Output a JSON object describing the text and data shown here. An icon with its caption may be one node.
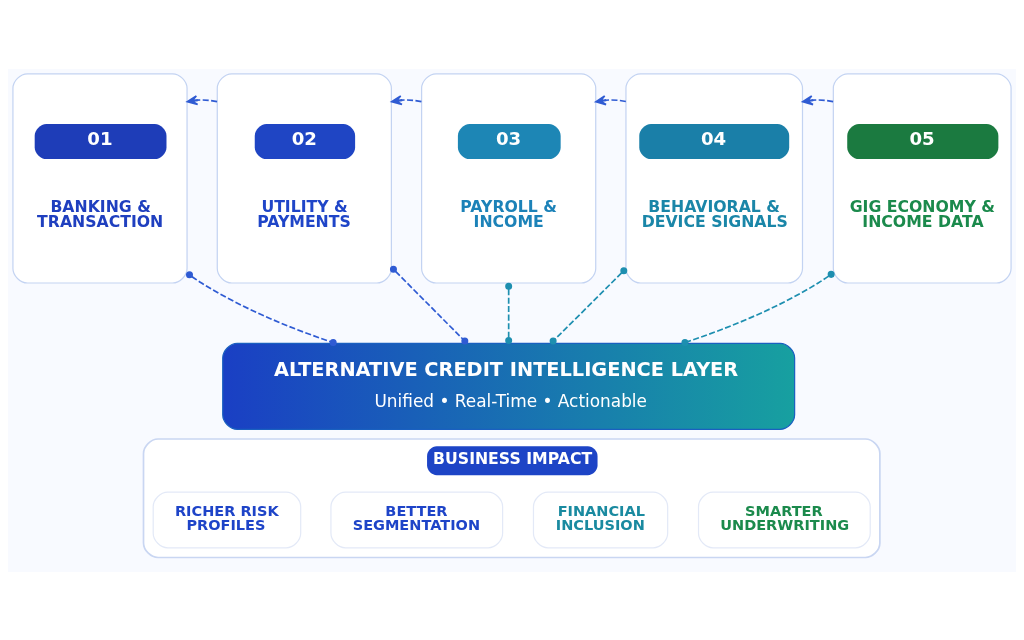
{
  "diagram": {
    "nodes": [
      {
        "text": [
          "01",
          "BANKING & TRANSACTION"
        ]
      },
      {
        "text": [
          "02",
          "UTILITY & PAYMENTS"
        ]
      },
      {
        "text": [
          "03",
          "PAYROLL & INCOME"
        ]
      },
      {
        "text": [
          "04",
          "BEHAVIORAL & DEVICE SIGNALS"
        ]
      },
      {
        "text": [
          "05",
          "GIG ECONOMY & INCOME DATA"
        ]
      },
      {
        "text": [
          "ALTERNATIVE CREDIT INTELLIGENCE LAYER",
          "Unified • Real-Time • Actionable"
        ]
      },
      {
        "text": [
          "BUSINESS IMPACT"
        ]
      },
      {
        "text": [
          "RICHER RISK PROFILES"
        ],
        "in": 6
      },
      {
        "text": [
          "BETTER SEGMENTATION"
        ],
        "in": 6
      },
      {
        "text": [
          "FINANCIAL INCLUSION"
        ],
        "in": 6
      },
      {
        "text": [
          "SMARTER UNDERWRITING"
        ],
        "in": 6
      }
    ],
    "edges": [
      {
        "from": 1,
        "to": 0,
        "arrow": "to",
        "style": "dashed"
      },
      {
        "from": 2,
        "to": 1,
        "arrow": "to",
        "style": "dashed"
      },
      {
        "from": 3,
        "to": 2,
        "arrow": "to",
        "style": "dashed"
      },
      {
        "from": 4,
        "to": 3,
        "arrow": "to",
        "style": "dashed"
      },
      {
        "from": 0,
        "to": 5,
        "arrow": "other",
        "style": "dashed"
      },
      {
        "from": 1,
        "to": 5,
        "arrow": "other",
        "style": "dashed"
      },
      {
        "from": 2,
        "to": 5,
        "arrow": "other",
        "style": "dashed",
        "color": "#1e8fb0"
      },
      {
        "from": 3,
        "to": 5,
        "arrow": "other",
        "style": "dashed",
        "color": "#1e8fb0"
      },
      {
        "from": 4,
        "to": 5,
        "arrow": "other",
        "style": "dashed",
        "color": "#1e8fb0"
      }
    ]
  }
}
